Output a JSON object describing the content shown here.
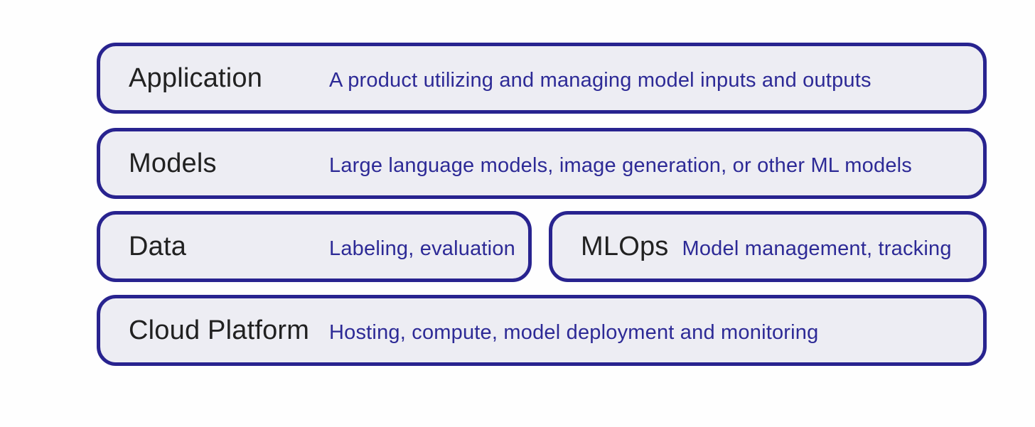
{
  "diagram": {
    "description": "AI product stack diagram",
    "colors": {
      "box_border": "#28238f",
      "box_fill": "#ededf3",
      "label_text": "#212121",
      "description_text": "#2d2a96",
      "page_background": "#fefefe"
    },
    "layers": [
      {
        "id": "application",
        "label": "Application",
        "description": "A product utilizing and managing model inputs and outputs"
      },
      {
        "id": "models",
        "label": "Models",
        "description": "Large language models, image generation, or other ML models"
      },
      {
        "id": "data",
        "label": "Data",
        "description": "Labeling, evaluation"
      },
      {
        "id": "mlops",
        "label": "MLOps",
        "description": "Model management, tracking"
      },
      {
        "id": "cloud-platform",
        "label": "Cloud Platform",
        "description": "Hosting, compute, model deployment and monitoring"
      }
    ]
  }
}
